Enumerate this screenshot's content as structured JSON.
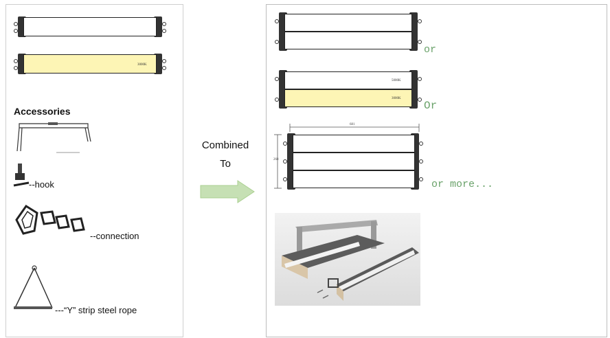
{
  "left": {
    "section_title": "Accessories",
    "cct_label": "3000K",
    "accessories": [
      {
        "label": "--hook",
        "icon": "hook-icon"
      },
      {
        "label": "--connection",
        "icon": "connector-plates-icon"
      },
      {
        "label": "---“Y” strip steel rope",
        "icon": "y-rope-icon"
      }
    ]
  },
  "center": {
    "line1": "Combined",
    "line2": "To",
    "arrow_color": "#c6e0b4"
  },
  "right": {
    "or_1": "or",
    "or_2": "Or",
    "or_3": "or more...",
    "cct_top": "5000K",
    "cct_bottom": "3000K",
    "dim_width": "681",
    "dim_height": "268"
  },
  "colors": {
    "warm_fill": "#fdf5b5",
    "or_text": "#6aa26a"
  }
}
